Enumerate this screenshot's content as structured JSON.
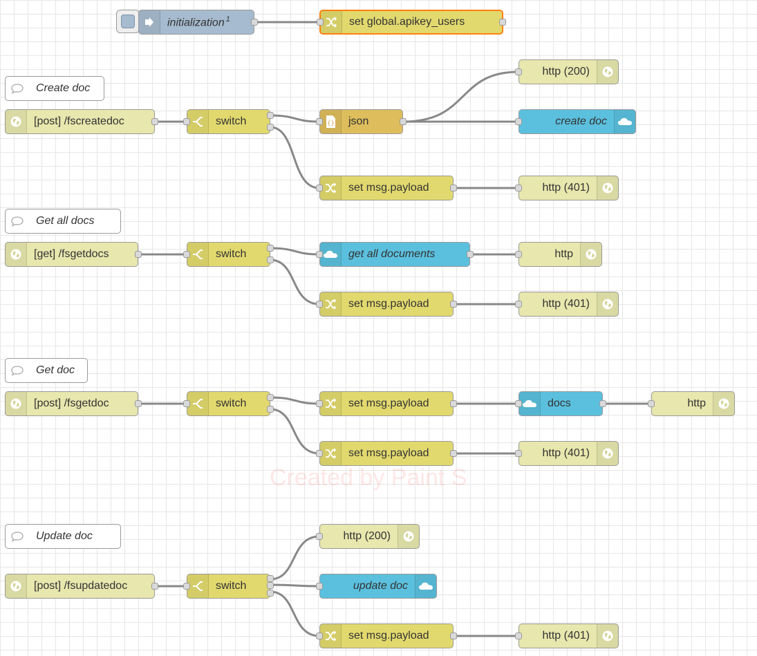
{
  "colors": {
    "http_node": "#e7e7ae",
    "function_node": "#e2d96e",
    "json_node": "#debd5c",
    "db_node": "#5bc0de",
    "inject_node": "#a6bbcf",
    "selected_border": "#ff7f0e",
    "wire": "#888888"
  },
  "nodes": {
    "init": {
      "label": "initialization",
      "badge": "1",
      "icon": "arrow-right-icon"
    },
    "set_global": {
      "label": "set global.apikey_users",
      "icon": "shuffle-icon"
    },
    "comment_create": {
      "label": "Create doc",
      "icon": "comment-bubble-icon"
    },
    "post_fscreatedoc": {
      "label": "[post] /fscreatedoc",
      "icon": "globe-icon"
    },
    "switch_create": {
      "label": "switch",
      "icon": "switch-icon"
    },
    "json": {
      "label": "json",
      "icon": "braces-icon"
    },
    "http200_create": {
      "label": "http (200)",
      "icon": "globe-icon"
    },
    "create_doc": {
      "label": "create doc",
      "icon": "cloud-icon"
    },
    "setpayload_create": {
      "label": "set msg.payload",
      "icon": "shuffle-icon"
    },
    "http401_create": {
      "label": "http (401)",
      "icon": "globe-icon"
    },
    "comment_getall": {
      "label": "Get all docs",
      "icon": "comment-bubble-icon"
    },
    "get_fsgetdocs": {
      "label": "[get] /fsgetdocs",
      "icon": "globe-icon"
    },
    "switch_getall": {
      "label": "switch",
      "icon": "switch-icon"
    },
    "get_all_documents": {
      "label": "get all documents",
      "icon": "cloud-icon"
    },
    "http_getall": {
      "label": "http",
      "icon": "globe-icon"
    },
    "setpayload_getall": {
      "label": "set msg.payload",
      "icon": "shuffle-icon"
    },
    "http401_getall": {
      "label": "http (401)",
      "icon": "globe-icon"
    },
    "comment_getdoc": {
      "label": "Get doc",
      "icon": "comment-bubble-icon"
    },
    "post_fsgetdoc": {
      "label": "[post] /fsgetdoc",
      "icon": "globe-icon"
    },
    "switch_getdoc": {
      "label": "switch",
      "icon": "switch-icon"
    },
    "setpayload_getdoc_1": {
      "label": "set msg.payload",
      "icon": "shuffle-icon"
    },
    "docs": {
      "label": "docs",
      "icon": "cloud-icon"
    },
    "http_getdoc": {
      "label": "http",
      "icon": "globe-icon"
    },
    "setpayload_getdoc_2": {
      "label": "set msg.payload",
      "icon": "shuffle-icon"
    },
    "http401_getdoc": {
      "label": "http (401)",
      "icon": "globe-icon"
    },
    "comment_update": {
      "label": "Update doc",
      "icon": "comment-bubble-icon"
    },
    "post_fsupdatedoc": {
      "label": "[post] /fsupdatedoc",
      "icon": "globe-icon"
    },
    "switch_update": {
      "label": "switch",
      "icon": "switch-icon"
    },
    "http200_update": {
      "label": "http (200)",
      "icon": "globe-icon"
    },
    "update_doc": {
      "label": "update doc",
      "icon": "cloud-icon"
    },
    "setpayload_update": {
      "label": "set msg.payload",
      "icon": "shuffle-icon"
    },
    "http401_update": {
      "label": "http (401)",
      "icon": "globe-icon"
    }
  },
  "watermark": "Created by Paint S"
}
